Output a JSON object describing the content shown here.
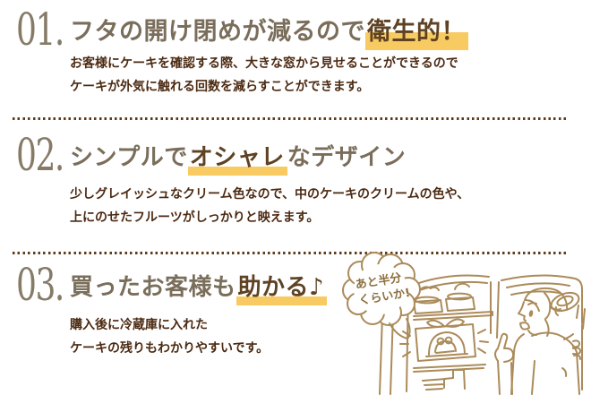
{
  "page": {
    "title": "cake-case-benefits"
  },
  "sections": [
    {
      "number": "01.",
      "heading_pre": "フタの開け閉めが減るので",
      "heading_highlight": "衛生的！",
      "heading_post": "",
      "body_lines": [
        "お客様にケーキを確認する際、大きな窓から見せることができるので",
        "ケーキが外気に触れる回数を減らすことができます。"
      ]
    },
    {
      "number": "02.",
      "heading_pre": "シンプルで",
      "heading_highlight": "オシャレ",
      "heading_post": "なデザイン",
      "body_lines": [
        "少しグレイッシュなクリーム色なので、中のケーキのクリームの色や、",
        "上にのせたフルーツがしっかりと映えます。"
      ]
    },
    {
      "number": "03.",
      "heading_pre": "買ったお客様も",
      "heading_highlight": "助かる♪",
      "heading_post": "",
      "body_lines": [
        "購入後に冷蔵庫に入れた",
        "ケーキの残りもわかりやすいです。"
      ]
    }
  ],
  "illustration": {
    "speech_bubble_lines": [
      "あと半分",
      "くらいか!"
    ],
    "scene": "woman-finding-leftover-cake-in-refrigerator"
  },
  "colors": {
    "number": "#867b67",
    "heading_base": "#7a6e5b",
    "heading_highlighted_text": "#5e4223",
    "highlight_yellow": "#f8ca62",
    "body_text": "#4c2a12",
    "divider_dot": "#5d3a1b",
    "illustration_line": "#ab8b5a",
    "background": "#ffffff"
  }
}
